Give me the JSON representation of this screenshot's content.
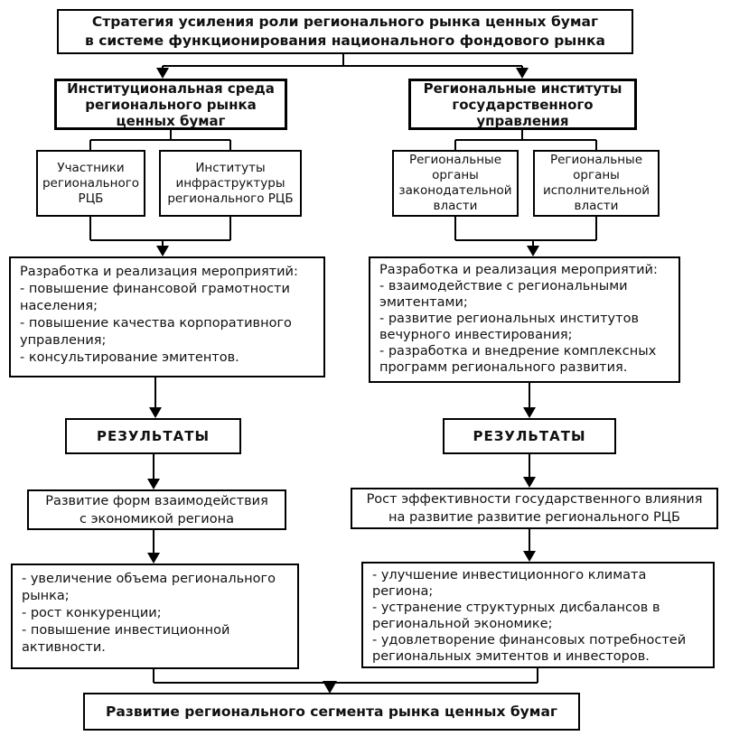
{
  "diagram": {
    "colors": {
      "line": "#000000",
      "box_border": "#000000",
      "background": "#ffffff",
      "text": "#111111"
    },
    "title": {
      "lines": [
        "Стратегия усиления роли регионального рынка ценных бумаг",
        "в системе функционирования национального фондового рынка"
      ]
    },
    "boxes": {
      "institutional_env": {
        "lines": [
          "Институциональная среда",
          "регионального рынка",
          "ценных бумаг"
        ]
      },
      "gov_institutes": {
        "lines": [
          "Региональные институты",
          "государственного",
          "управления"
        ]
      },
      "participants": {
        "lines": [
          "Участники",
          "регионального",
          "РЦБ"
        ]
      },
      "infrastructure": {
        "lines": [
          "Институты",
          "инфраструктуры",
          "регионального РЦБ"
        ]
      },
      "legislative": {
        "lines": [
          "Региональные",
          "органы",
          "законодательной",
          "власти"
        ]
      },
      "executive": {
        "lines": [
          "Региональные",
          "органы",
          "исполнительной",
          "власти"
        ]
      },
      "measures_left": {
        "lines": [
          "Разработка и реализация мероприятий:",
          "- повышение финансовой грамотности населения;",
          "- повышение качества корпоративного управления;",
          "- консультирование эмитентов."
        ]
      },
      "measures_right": {
        "lines": [
          "Разработка и реализация мероприятий:",
          "- взаимодействие с региональными эмитентами;",
          "- развитие региональных институтов вечурного инвестирования;",
          "- разработка и внедрение комплексных программ регионального развития."
        ]
      },
      "results_left": {
        "label": "РЕЗУЛЬТАТЫ"
      },
      "results_right": {
        "label": "РЕЗУЛЬТАТЫ"
      },
      "outcome_left": {
        "lines": [
          "Развитие форм взаимодействия",
          "с экономикой региона"
        ]
      },
      "outcome_right": {
        "lines": [
          "Рост эффективности государственного влияния",
          "на развитие развитие регионального РЦБ"
        ]
      },
      "effects_left": {
        "lines": [
          "- увеличение объема регионального рынка;",
          "- рост конкуренции;",
          "- повышение инвестиционной активности."
        ]
      },
      "effects_right": {
        "lines": [
          "- улучшение инвестиционного климата региона;",
          "- устранение структурных дисбалансов в региональной экономике;",
          "- удовлетворение финансовых потребностей региональных эмитентов и инвесторов."
        ]
      },
      "final": {
        "label": "Развитие регионального сегмента рынка ценных бумаг"
      }
    }
  }
}
